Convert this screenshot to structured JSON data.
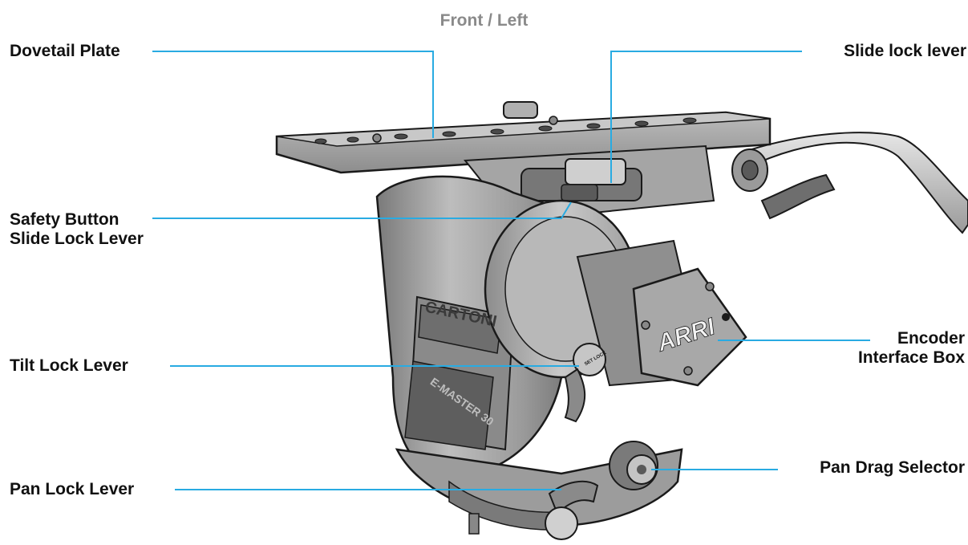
{
  "view_title": "Front / Left",
  "labels": {
    "dovetail_plate": "Dovetail Plate",
    "slide_lock_lever": "Slide lock lever",
    "safety_button_line1": "Safety Button",
    "safety_button_line2": "Slide Lock Lever",
    "encoder_line1": "Encoder",
    "encoder_line2": "Interface Box",
    "tilt_lock_lever": "Tilt Lock Lever",
    "pan_drag_selector": "Pan Drag Selector",
    "pan_lock_lever": "Pan Lock Lever"
  },
  "product_markings": {
    "brand_plate": "CARTONI",
    "model_plate": "E-MASTER 30",
    "encoder_logo": "ARRI",
    "lever_text": "SET LOCK"
  },
  "colors": {
    "leader_line": "#29abe2",
    "label_text": "#111111",
    "title_text": "#8a8a8a",
    "metal_light": "#d8d8d8",
    "metal_mid": "#a9a9a9",
    "metal_dark": "#6e6e6e",
    "outline": "#1a1a1a"
  }
}
